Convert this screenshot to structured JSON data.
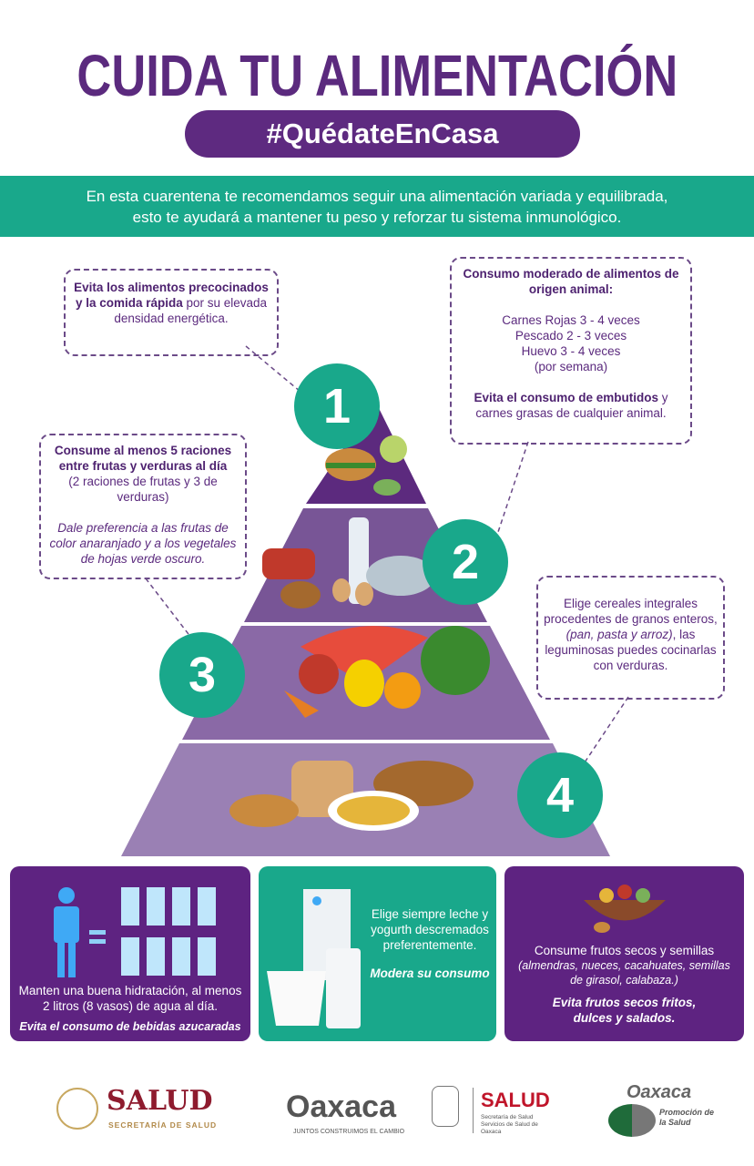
{
  "header": {
    "title": "CUIDA TU ALIMENTACIÓN",
    "hashtag": "#QuédateEnCasa"
  },
  "intro": {
    "line1": "En esta cuarentena te recomendamos seguir una alimentación variada y equilibrada,",
    "line2": "esto te ayudará a mantener tu peso y reforzar tu sistema inmunológico."
  },
  "pyramid": {
    "levels": [
      "1",
      "2",
      "3",
      "4"
    ],
    "colors": [
      "#5c2a7e",
      "#785596",
      "#8a69a6",
      "#9a80b4"
    ]
  },
  "notes": {
    "n1": {
      "bold": "Evita los alimentos precocinados y la comida rápida",
      "text": " por su elevada densidad energética."
    },
    "n2": {
      "title": "Consumo moderado de alimentos de origen animal:",
      "l1": "Carnes Rojas 3 - 4 veces",
      "l2": "Pescado 2 - 3  veces",
      "l3": "Huevo 3 - 4 veces",
      "l4": "(por semana)",
      "bold": "Evita el consumo de embutidos",
      "text": " y carnes grasas de cualquier animal."
    },
    "n3": {
      "title": "Consume al menos 5 raciones entre frutas y verduras al día",
      "sub": "(2 raciones de frutas y 3 de verduras)",
      "italic": "Dale preferencia a las frutas de color anaranjado y a los vegetales de hojas verde oscuro."
    },
    "n4": {
      "a": "Elige cereales integrales procedentes de granos enteros, ",
      "i": "(pan, pasta y arroz)",
      "b": ", las leguminosas puedes cocinarlas con verduras."
    }
  },
  "boxes": {
    "water": {
      "text": "Manten una buena hidratación,  al menos 2 litros (8 vasos) de agua al día.",
      "bold": "Evita el consumo de bebidas azucaradas"
    },
    "milk": {
      "text": "Elige siempre leche y yogurth descremados preferentemente.",
      "bold": "Modera su consumo"
    },
    "nuts": {
      "text": "Consume frutos secos y semillas",
      "italic": "(almendras, nueces, cacahuates, semillas de girasol, calabaza.)",
      "bold": "Evita frutos secos fritos, dulces y salados."
    }
  },
  "footer": {
    "salud": "SALUD",
    "secretaria": "SECRETARÍA DE SALUD",
    "oaxaca": "Oaxaca",
    "slogan": "JUNTOS CONSTRUIMOS EL CAMBIO",
    "salud2": "SALUD",
    "sub2": "Secretaría de Salud Servicios de Salud de Oaxaca",
    "oaxaca2": "Oaxaca",
    "promo": "Promoción de la Salud"
  }
}
